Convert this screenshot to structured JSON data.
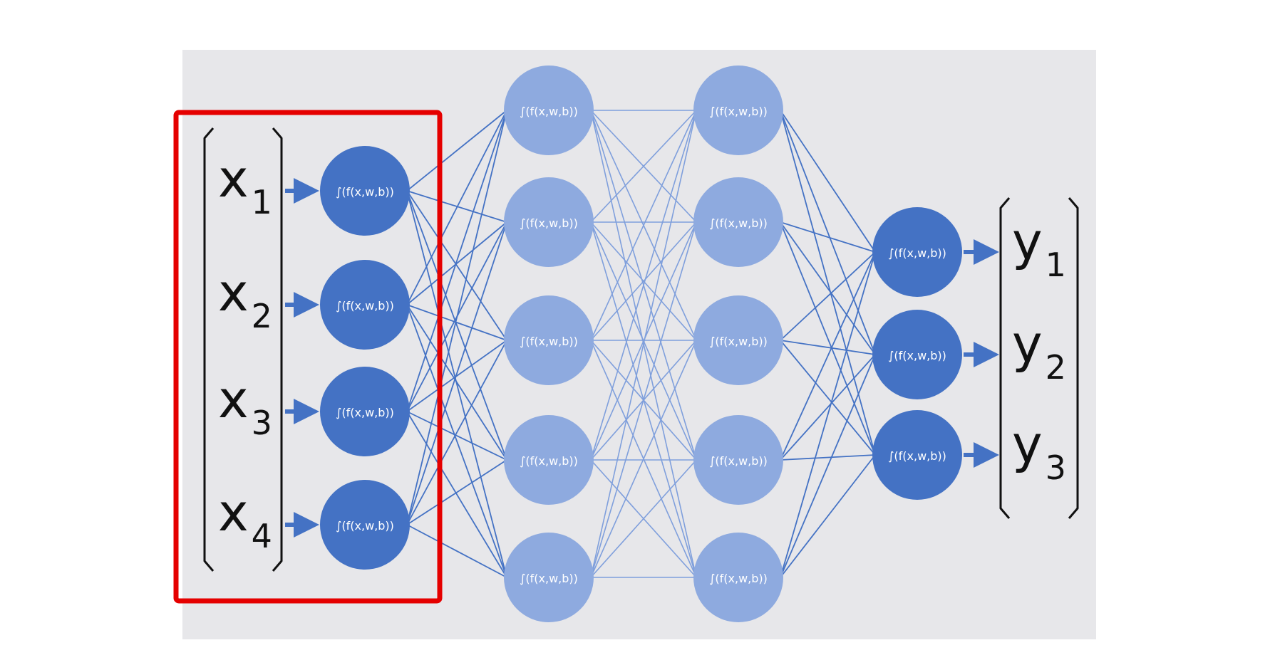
{
  "diagram": {
    "colors": {
      "panel_bg": "#e7e7ea",
      "edge": "#4472c4",
      "edge_light": "#7f9fdc",
      "node_dark": "#4472c4",
      "node_light": "#8eaadf",
      "node_text": "#ffffff",
      "highlight": "#e50000",
      "text": "#111111"
    },
    "node_formula": "∫(f(x,w,b))",
    "inputs": [
      {
        "base": "x",
        "sub": "1"
      },
      {
        "base": "x",
        "sub": "2"
      },
      {
        "base": "x",
        "sub": "3"
      },
      {
        "base": "x",
        "sub": "4"
      }
    ],
    "outputs": [
      {
        "base": "y",
        "sub": "1"
      },
      {
        "base": "y",
        "sub": "2"
      },
      {
        "base": "y",
        "sub": "3"
      }
    ],
    "layers": [
      {
        "role": "input",
        "nodes": 4,
        "style": "dark"
      },
      {
        "role": "hidden",
        "nodes": 5,
        "style": "light"
      },
      {
        "role": "hidden",
        "nodes": 5,
        "style": "light"
      },
      {
        "role": "output",
        "nodes": 3,
        "style": "dark"
      }
    ],
    "highlight_input_layer": true
  }
}
